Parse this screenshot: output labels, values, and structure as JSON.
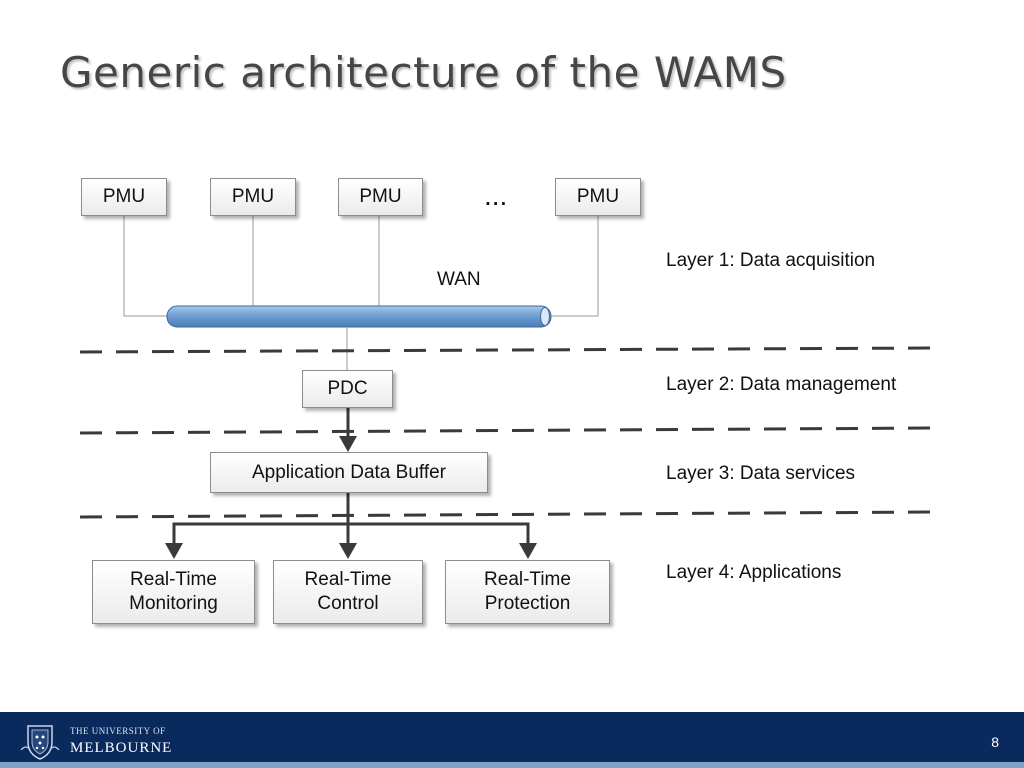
{
  "title": "Generic architecture of the WAMS",
  "pmus": [
    "PMU",
    "PMU",
    "PMU",
    "PMU"
  ],
  "ellipsis": "...",
  "wan": "WAN",
  "pdc": "PDC",
  "buffer": "Application Data Buffer",
  "applications": [
    {
      "line1": "Real-Time",
      "line2": "Monitoring"
    },
    {
      "line1": "Real-Time",
      "line2": "Control"
    },
    {
      "line1": "Real-Time",
      "line2": "Protection"
    }
  ],
  "layers": [
    "Layer 1: Data acquisition",
    "Layer 2: Data management",
    "Layer 3: Data services",
    "Layer 4: Applications"
  ],
  "footer": {
    "university_line1": "THE UNIVERSITY OF",
    "university_line2": "MELBOURNE",
    "page_number": "8"
  },
  "colors": {
    "footer_bg": "#0a2a5e",
    "wan_pipe": "#7aa7d6",
    "dashed_line": "#3a3a3a"
  }
}
